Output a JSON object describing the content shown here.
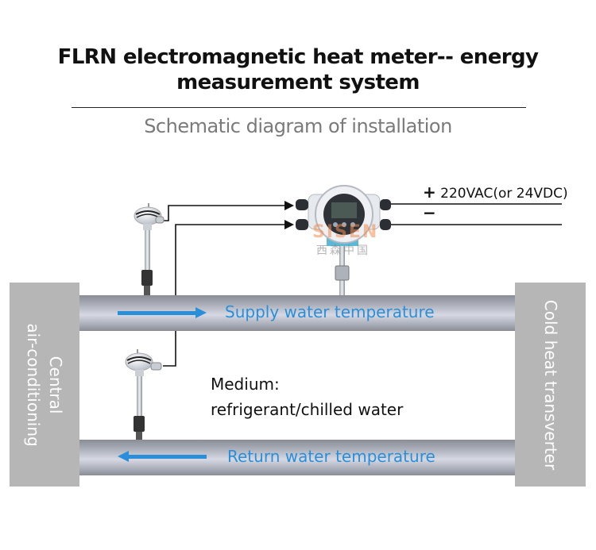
{
  "header": {
    "title_line1": "FLRN electromagnetic heat meter-- energy",
    "title_line2": "measurement system",
    "subtitle": "Schematic diagram of installation"
  },
  "power": {
    "plus_symbol": "+",
    "label": "220VAC(or 24VDC)",
    "minus_symbol": "−"
  },
  "left_unit": {
    "line1": "Central",
    "line2": "air-conditioning"
  },
  "right_unit": {
    "label": "Cold heat transverter"
  },
  "pipes": {
    "supply_label": "Supply water temperature",
    "return_label": "Return water temperature",
    "supply_flow_direction": "right",
    "return_flow_direction": "left"
  },
  "medium": {
    "line1": "Medium:",
    "line2": "refrigerant/chilled water"
  },
  "watermark": {
    "brand": "SISEN",
    "chinese": "西森中国"
  },
  "colors": {
    "accent_blue": "#2a8fd8",
    "unit_box_gray": "#b6b6b6",
    "pipe_gray": "#a9adb7"
  }
}
